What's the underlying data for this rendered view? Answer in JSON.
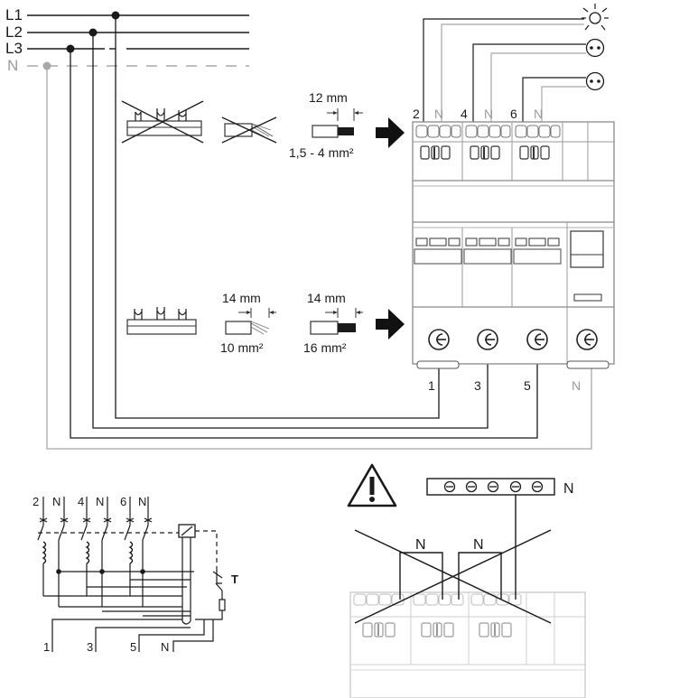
{
  "bus_labels": {
    "l1": "L1",
    "l2": "L2",
    "l3": "L3",
    "n": "N"
  },
  "top_terminals": {
    "t2": "2",
    "tn1": "N",
    "t4": "4",
    "tn2": "N",
    "t6": "6",
    "tn3": "N"
  },
  "bottom_terminals": {
    "b1": "1",
    "b3": "3",
    "b5": "5",
    "bn": "N"
  },
  "dimensions": {
    "strip_upper": "12 mm",
    "cross_upper": "1,5 - 4 mm²",
    "strip_lower_left": "14 mm",
    "cross_lower_left": "10 mm²",
    "strip_lower_right": "14 mm",
    "cross_lower_right": "16 mm²"
  },
  "schematic": {
    "top": {
      "s2": "2",
      "sn1": "N",
      "s4": "4",
      "sn2": "N",
      "s6": "6",
      "sn3": "N"
    },
    "test_label": "T",
    "bottom": {
      "s1": "1",
      "s3": "3",
      "s5": "5",
      "sn": "N"
    }
  },
  "warning": {
    "neutral_bar_label": "N",
    "wire_label_left": "N",
    "wire_label_right": "N"
  },
  "colors": {
    "line": "#1a1a1a",
    "neutral": "#a0a0a0",
    "device_outline": "#8a8a8a"
  }
}
